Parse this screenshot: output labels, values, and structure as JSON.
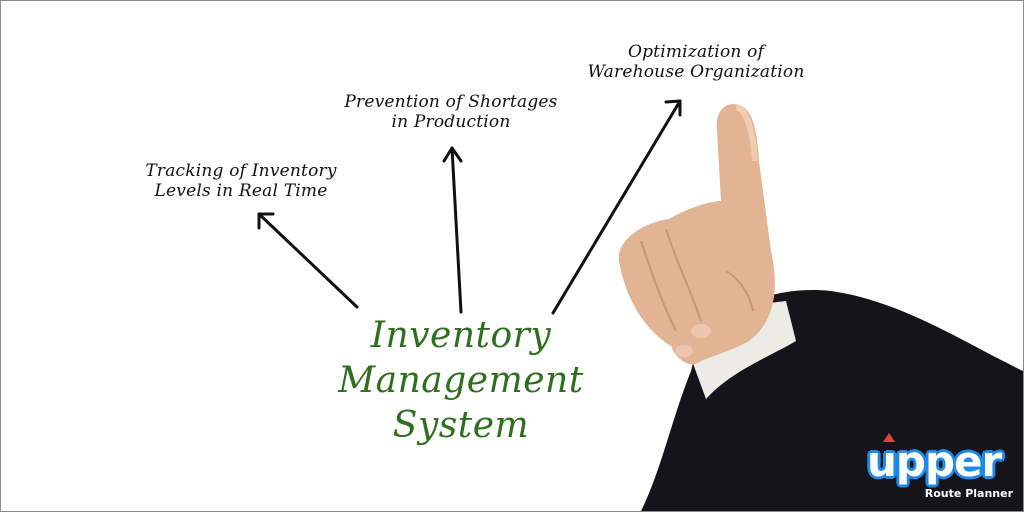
{
  "diagram": {
    "center_title": {
      "line1": "Inventory",
      "line2": "Management",
      "line3": "System",
      "color": "#2e6f1e"
    },
    "branches": [
      {
        "line1": "Tracking of Inventory",
        "line2": "Levels in Real Time",
        "arrow": "up-left"
      },
      {
        "line1": "Prevention of Shortages",
        "line2": "in Production",
        "arrow": "up"
      },
      {
        "line1": "Optimization of",
        "line2": "Warehouse Organization",
        "arrow": "up-right"
      }
    ]
  },
  "photo": {
    "subject": "hand-pointing-up-in-dark-suit-sleeve"
  },
  "logo": {
    "brand": "upper",
    "tagline": "Route Planner",
    "color": "#1f8be8"
  }
}
